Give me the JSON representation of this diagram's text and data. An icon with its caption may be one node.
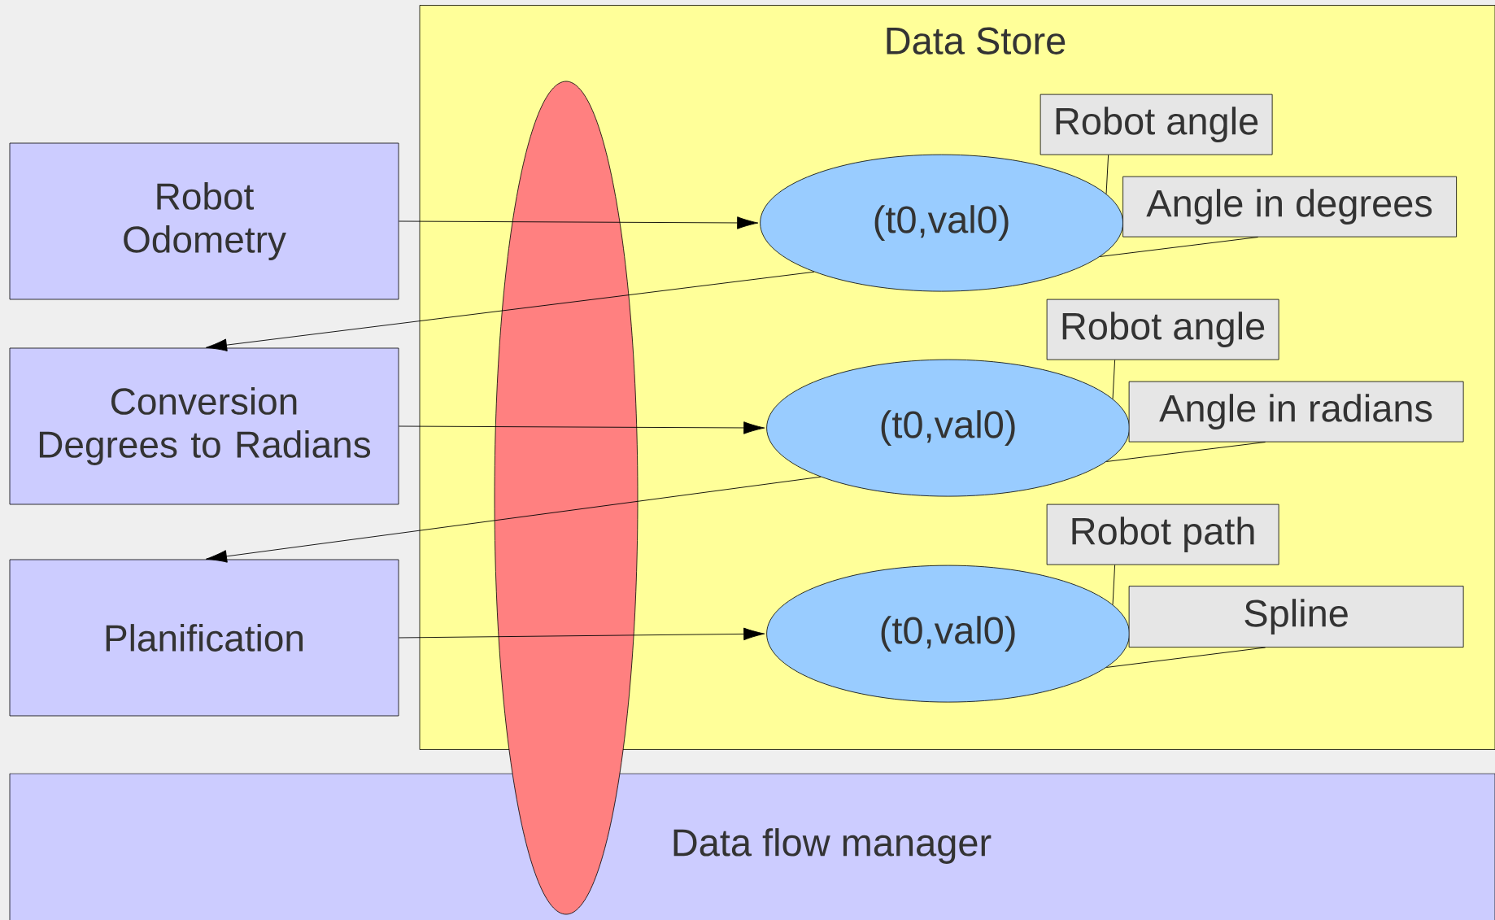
{
  "diagram": {
    "nodes": [
      {
        "text": [
          "Data Store"
        ]
      },
      {
        "text": [
          "(t0,val0)"
        ],
        "in": 0
      },
      {
        "text": [
          "Robot angle"
        ],
        "in": 0
      },
      {
        "text": [
          "Angle in degrees"
        ],
        "in": 0
      },
      {
        "text": [
          "(t0,val0)"
        ],
        "in": 0
      },
      {
        "text": [
          "Robot angle"
        ],
        "in": 0
      },
      {
        "text": [
          "Angle in radians"
        ],
        "in": 0
      },
      {
        "text": [
          "(t0,val0)"
        ],
        "in": 0
      },
      {
        "text": [
          "Robot path"
        ],
        "in": 0
      },
      {
        "text": [
          "Spline"
        ],
        "in": 0
      },
      {
        "text": [
          "Robot Odometry"
        ]
      },
      {
        "text": [
          "Conversion Degrees to Radians"
        ]
      },
      {
        "text": [
          "Planification"
        ]
      },
      {
        "text": [
          "Data flow manager"
        ]
      }
    ],
    "edges": [
      {
        "from": 10,
        "to": 1,
        "arrow": "to"
      },
      {
        "from": 1,
        "to": 11,
        "arrow": "to"
      },
      {
        "from": 11,
        "to": 4,
        "arrow": "to"
      },
      {
        "from": 4,
        "to": 12,
        "arrow": "to"
      },
      {
        "from": 12,
        "to": 7,
        "arrow": "to"
      },
      {
        "from": 2,
        "to": 1,
        "arrow": "none"
      },
      {
        "from": 3,
        "to": 1,
        "arrow": "none"
      },
      {
        "from": 5,
        "to": 4,
        "arrow": "none"
      },
      {
        "from": 6,
        "to": 4,
        "arrow": "none"
      },
      {
        "from": 8,
        "to": 7,
        "arrow": "none"
      },
      {
        "from": 9,
        "to": 7,
        "arrow": "none"
      }
    ]
  }
}
